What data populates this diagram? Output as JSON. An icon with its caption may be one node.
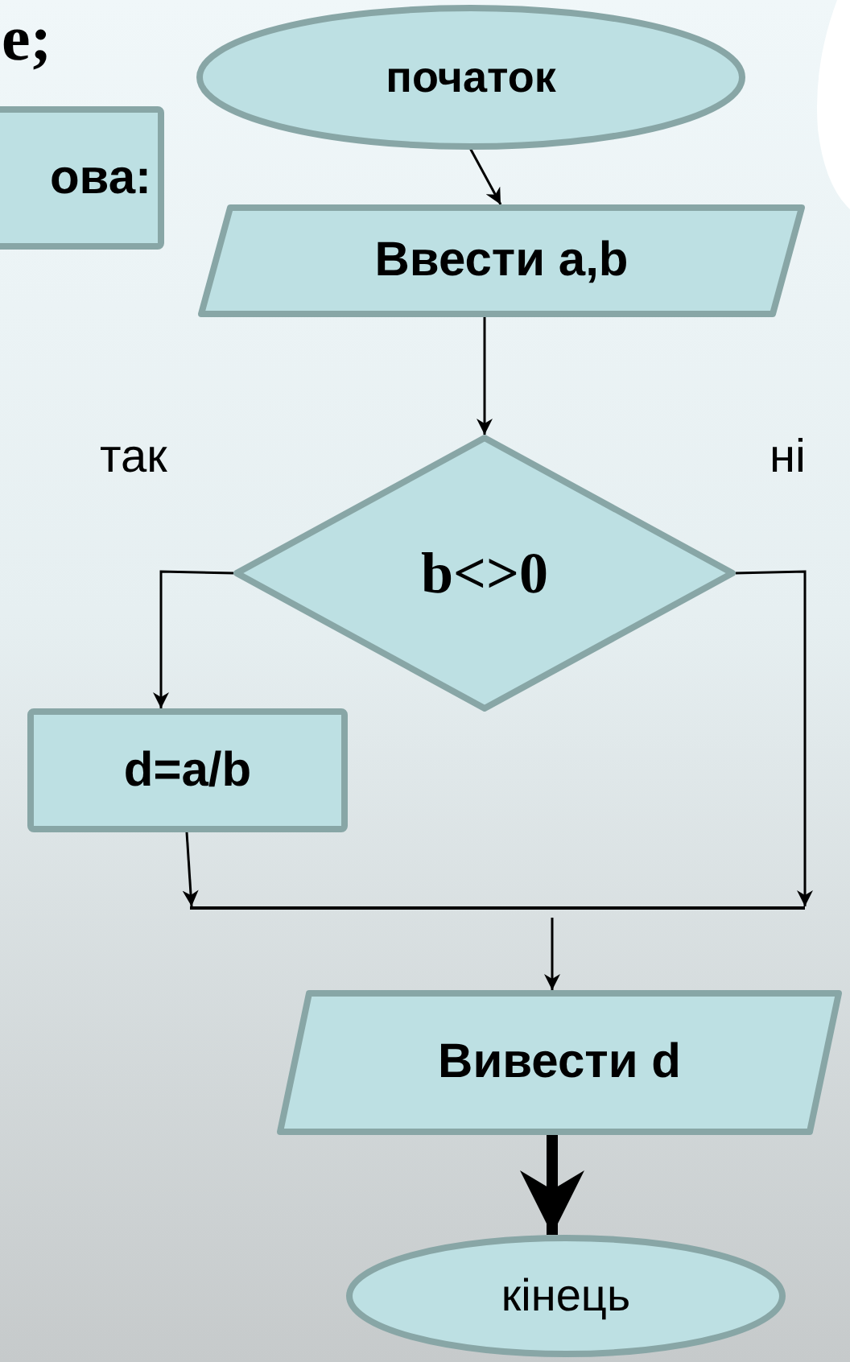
{
  "diagram": {
    "nodes": [
      {
        "text": [
          "ова:"
        ]
      },
      {
        "text": [
          "початок"
        ]
      },
      {
        "text": [
          "Ввести a,b"
        ]
      },
      {
        "text": [
          "b<>0"
        ]
      },
      {
        "text": [
          "d=a/b"
        ]
      },
      {
        "text": [],
        "shape": "bar"
      },
      {
        "text": [
          "Вивести d"
        ]
      },
      {
        "text": [
          "кінець"
        ]
      }
    ],
    "edges": [
      {
        "from": 1,
        "to": 2,
        "arrow": "to"
      },
      {
        "from": 2,
        "to": 3,
        "arrow": "to"
      },
      {
        "from": 3,
        "to": 4,
        "arrow": "to",
        "label": "так"
      },
      {
        "from": 3,
        "to": 5,
        "arrow": "to",
        "label": "ні"
      },
      {
        "from": 4,
        "to": 5,
        "arrow": "to"
      },
      {
        "from": 5,
        "to": 6,
        "arrow": "to"
      },
      {
        "from": 6,
        "to": 7,
        "arrow": "to",
        "style": "thick"
      }
    ],
    "labels": [
      "е;"
    ]
  }
}
